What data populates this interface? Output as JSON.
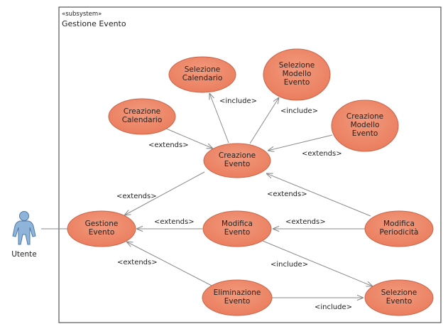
{
  "system": {
    "stereotype": "«subsystem»",
    "name": "Gestione Evento"
  },
  "actor": {
    "label": "Utente"
  },
  "colors": {
    "usecase_fill": "#EE8866",
    "usecase_stroke": "#C8654A",
    "actor_fill": "#8FB4DA",
    "actor_stroke": "#4F7AA8",
    "connector": "#8A8A8A",
    "boundary": "#333333"
  },
  "use_cases": {
    "gestione_evento": {
      "lines": [
        "Gestione",
        "Evento"
      ]
    },
    "creazione_evento": {
      "lines": [
        "Creazione",
        "Evento"
      ]
    },
    "modifica_evento": {
      "lines": [
        "Modifica",
        "Evento"
      ]
    },
    "eliminazione_evento": {
      "lines": [
        "Eliminazione",
        "Evento"
      ]
    },
    "selezione_calendario": {
      "lines": [
        "Selezione",
        "Calendario"
      ]
    },
    "selezione_modello_evento": {
      "lines": [
        "Selezione",
        "Modello",
        "Evento"
      ]
    },
    "creazione_calendario": {
      "lines": [
        "Creazione",
        "Calendario"
      ]
    },
    "creazione_modello_evento": {
      "lines": [
        "Creazione",
        "Modello",
        "Evento"
      ]
    },
    "modifica_periodicita": {
      "lines": [
        "Modifica",
        "Periodicità"
      ]
    },
    "selezione_evento": {
      "lines": [
        "Selezione",
        "Evento"
      ]
    }
  },
  "relations": {
    "creazione_include_calendario": "<include>",
    "creazione_include_modello": "<include>",
    "creazione_calendario_extends": "<extends>",
    "creazione_modello_extends": "<extends>",
    "creazione_evento_extends_gestione": "<extends>",
    "periodicita_extends_creazione": "<extends>",
    "modifica_extends_gestione": "<extends>",
    "periodicita_extends_modifica": "<extends>",
    "modifica_include_selezione": "<include>",
    "eliminazione_extends_gestione": "<extends>",
    "eliminazione_include_selezione": "<include>"
  }
}
